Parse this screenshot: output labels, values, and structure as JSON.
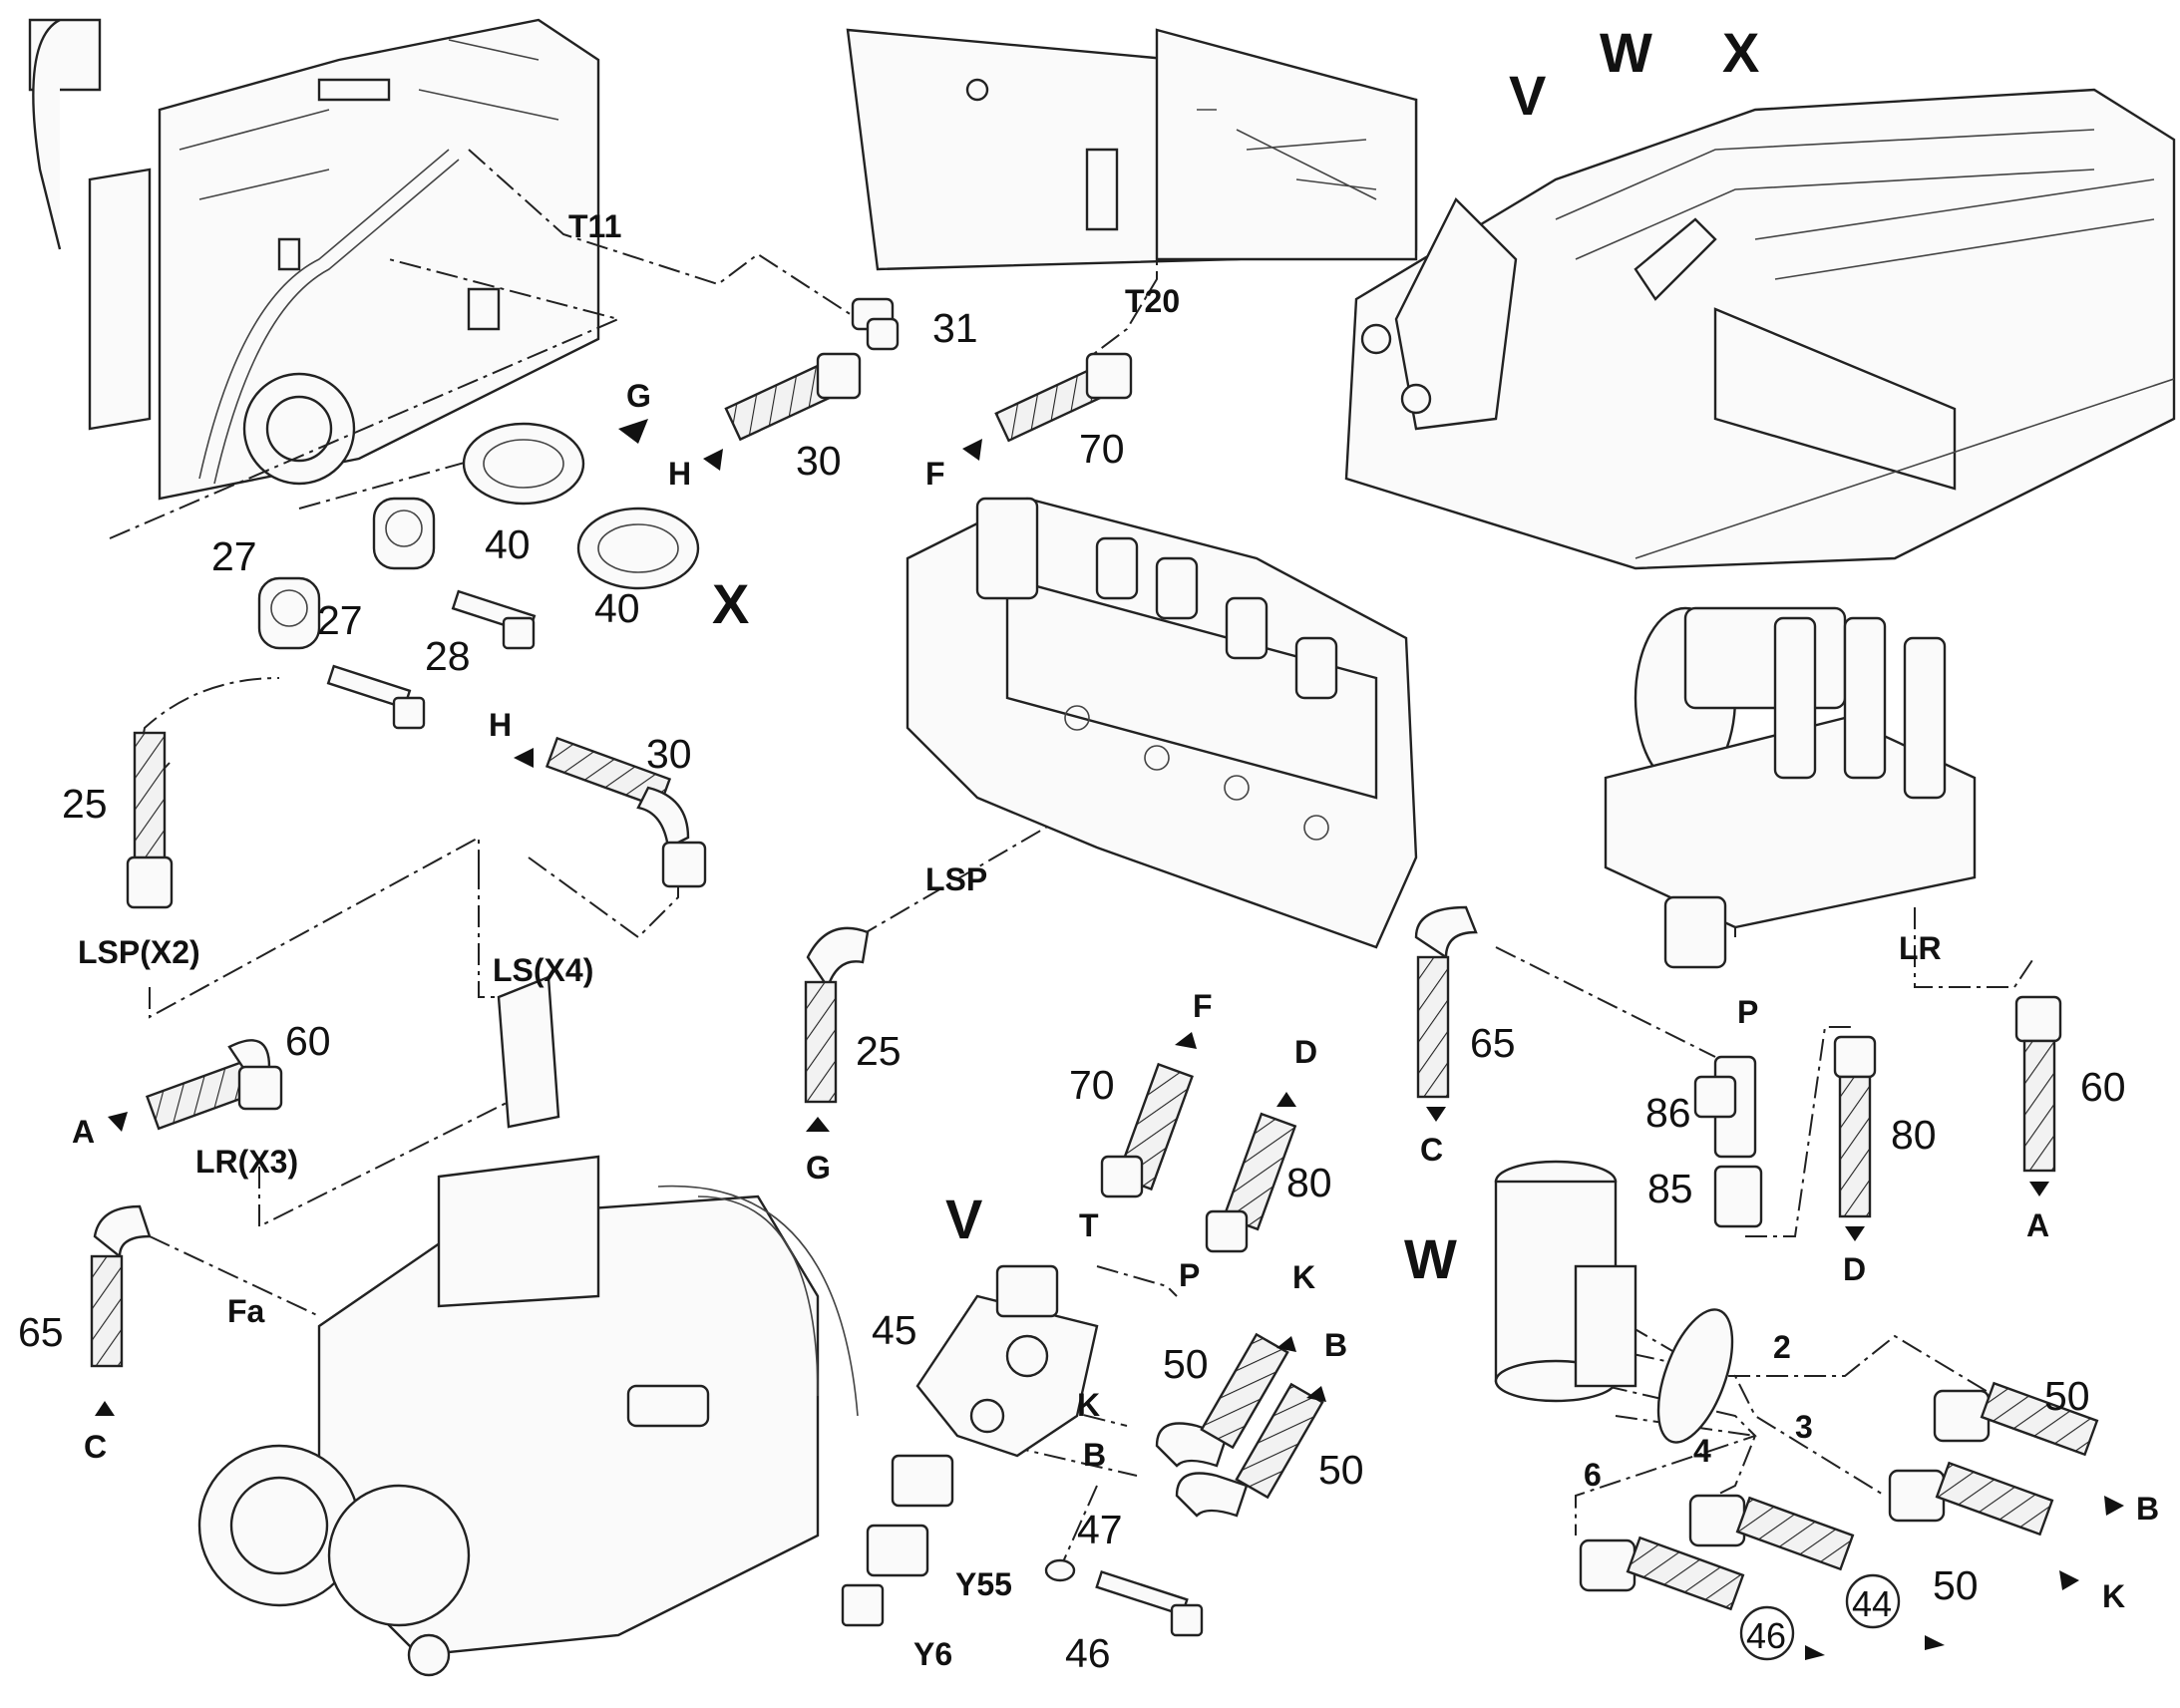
{
  "callouts": {
    "T11": "T11",
    "T20": "T20",
    "n31": "31",
    "n30a": "30",
    "n30b": "30",
    "n70a": "70",
    "n70b": "70",
    "n27a": "27",
    "n27b": "27",
    "n40a": "40",
    "n40b": "40",
    "n28": "28",
    "G1": "G",
    "G2": "G",
    "H1": "H",
    "H2": "H",
    "F1": "F",
    "F2": "F",
    "n25a": "25",
    "n25b": "25",
    "LSP_X2": "LSP(X2)",
    "LS_X4": "LS(X4)",
    "LR_X3": "LR(X3)",
    "LSP": "LSP",
    "LR": "LR",
    "n60a": "60",
    "n60b": "60",
    "A1": "A",
    "A2": "A",
    "n65a": "65",
    "n65b": "65",
    "C1": "C",
    "C2": "C",
    "Fa": "Fa",
    "D1": "D",
    "D2": "D",
    "n80a": "80",
    "n80b": "80",
    "P1": "P",
    "P2": "P",
    "T": "T",
    "n86": "86",
    "n85": "85",
    "n45": "45",
    "K1": "K",
    "K2": "K",
    "K3": "K",
    "B1": "B",
    "B2": "B",
    "B3": "B",
    "n50a": "50",
    "n50b": "50",
    "n50c": "50",
    "n50d": "50",
    "n47": "47",
    "n46a": "46",
    "n46b": "46",
    "n44": "44",
    "Y55": "Y55",
    "Y6": "Y6",
    "n2": "2",
    "n3": "3",
    "n4": "4",
    "n6": "6"
  },
  "view_letters": {
    "V_top": "V",
    "W_top": "W",
    "X_top": "X",
    "X_view": "X",
    "V_view": "V",
    "W_view": "W"
  }
}
